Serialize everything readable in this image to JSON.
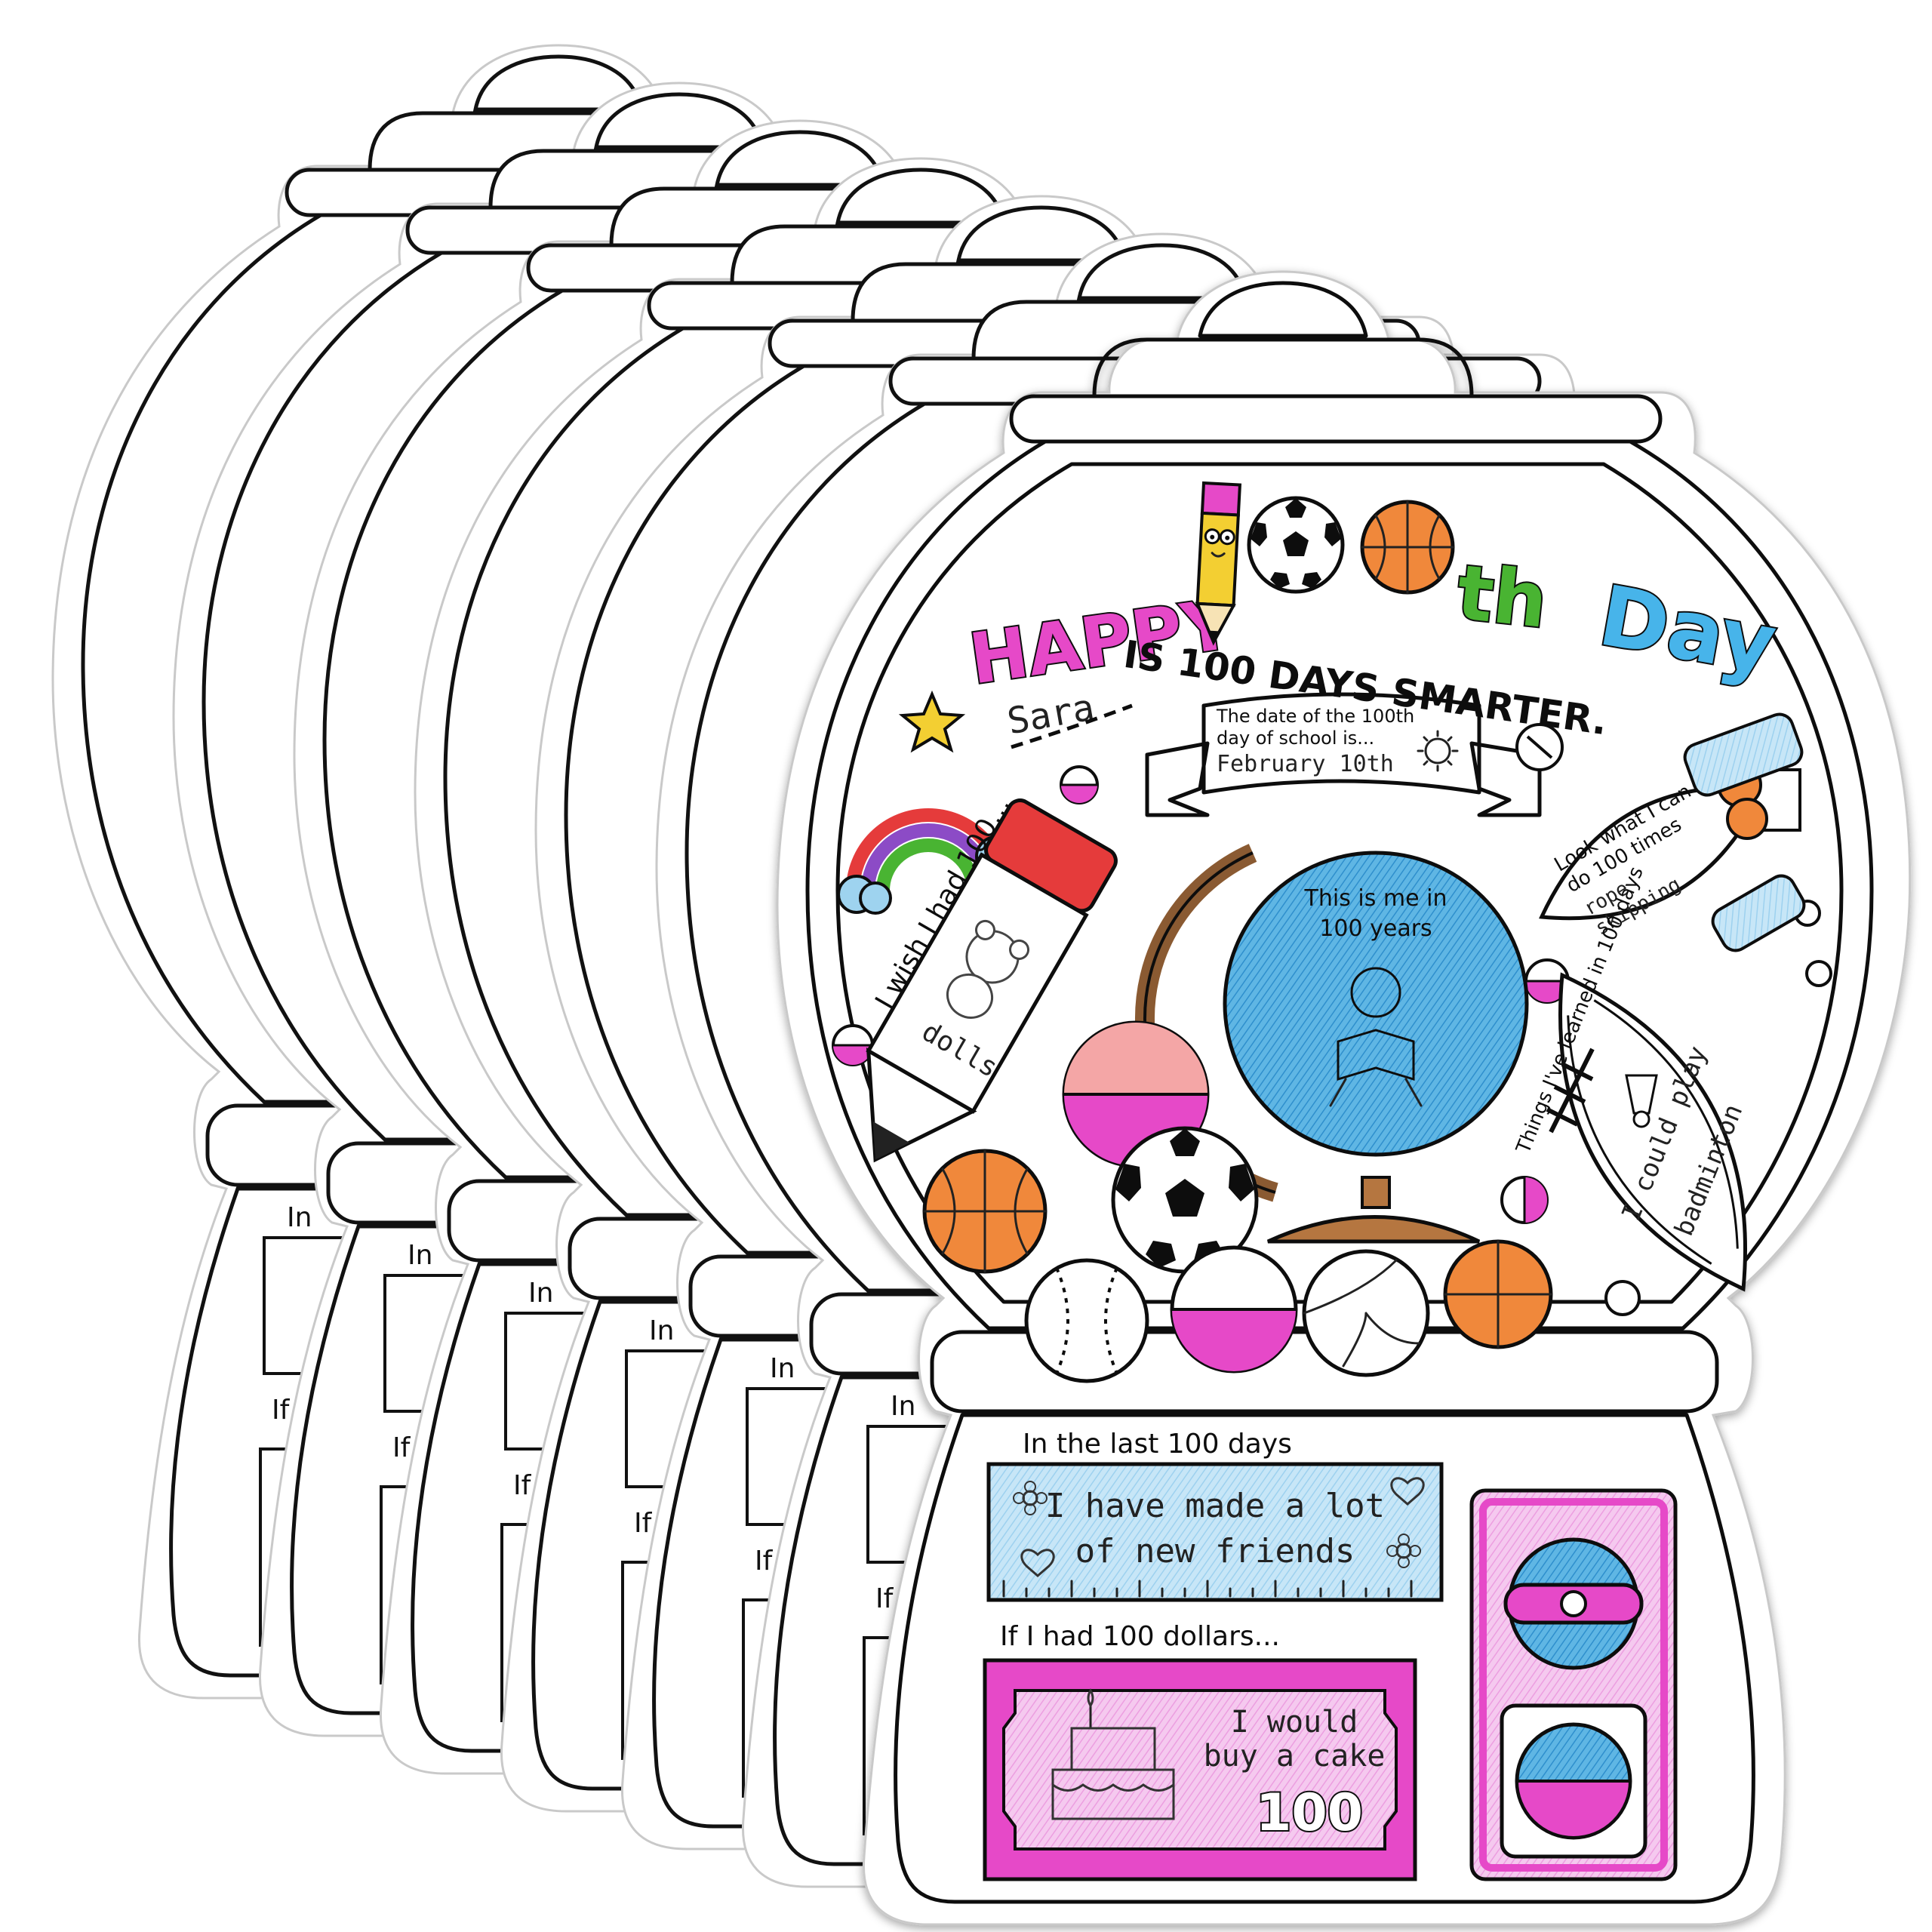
{
  "colors": {
    "pink": "#e649c8",
    "pink_light": "#f4c6ec",
    "blue": "#46b4ea",
    "blue_light": "#bfe3f5",
    "green": "#49b431",
    "orange": "#f0883a",
    "red": "#e53a3a",
    "yellow": "#f3cf32",
    "brown": "#b5763f",
    "purple": "#8c4bc6"
  },
  "title": {
    "happy": "HAPPY",
    "hundred_one": "1",
    "th": "th",
    "day": "Day"
  },
  "name": "Sara",
  "smarter": "IS 100 DAYS SMARTER.",
  "date_banner": {
    "prompt": "The date of the 100th day of school is...",
    "prompt_line1": "The date of the 100th",
    "prompt_line2": "day of school is...",
    "answer": "February 10th"
  },
  "wish": {
    "prompt": "I wish I had 100...",
    "answer": "dolls"
  },
  "globe": {
    "line1": "This is me in",
    "line2": "100 years"
  },
  "look": {
    "line1": "Look what I can",
    "line2": "do 100 times",
    "answer1": "rope",
    "answer2": "skipping"
  },
  "learned": {
    "prompt": "Things I've learned in 100 days",
    "answer1": "I could play",
    "answer2": "badminton"
  },
  "last100": {
    "prompt": "In the last 100 days",
    "answer1": "I have made a lot",
    "answer2": "of new friends"
  },
  "dollars": {
    "prompt": "If I had 100 dollars...",
    "answer1": "I would",
    "answer2": "buy a cake",
    "bill_number": "100"
  },
  "back_sheet_labels": {
    "prompt_a": "In",
    "prompt_b": "If"
  },
  "icons": [
    "pencil-icon",
    "soccer-ball-icon",
    "basketball-icon",
    "star-icon",
    "rainbow-icon",
    "globe-icon",
    "sun-icon",
    "teddy-bear-icon",
    "football-icon",
    "shuttlecock-icon",
    "baseball-icon",
    "volleyball-icon",
    "cake-icon",
    "heart-icon",
    "flower-icon",
    "gumball-icon"
  ]
}
